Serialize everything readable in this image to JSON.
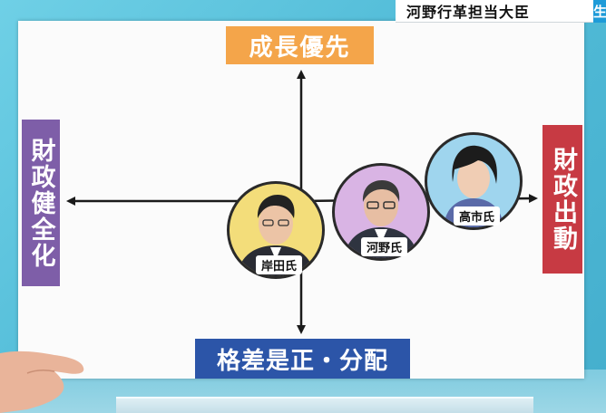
{
  "caption": {
    "text": "河野行革担当大臣",
    "tag": "生"
  },
  "axis_labels": {
    "top": "成長優先",
    "bottom": "格差是正・分配",
    "left": "財政健全化",
    "right": "財政出動"
  },
  "people": [
    {
      "id": "kishida",
      "name": "岸田氏",
      "bg_color": "#f3dd7a"
    },
    {
      "id": "kono",
      "name": "河野氏",
      "bg_color": "#d9b4e4"
    },
    {
      "id": "takaichi",
      "name": "高市氏",
      "bg_color": "#9fd5ee"
    }
  ],
  "colors": {
    "top_label": "#f4a54a",
    "bottom_label": "#2c55a8",
    "left_label": "#7e5ea8",
    "right_label": "#c73a43"
  }
}
